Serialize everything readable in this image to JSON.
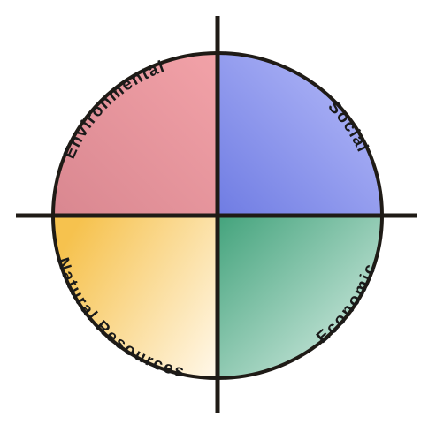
{
  "quadrants": [
    {
      "id": "environmental",
      "label": "Environmental",
      "colors": [
        "#f2a2a8",
        "#d98790"
      ]
    },
    {
      "id": "social",
      "label": "Social",
      "colors": [
        "#b9befa",
        "#6f7ce3"
      ]
    },
    {
      "id": "economic",
      "label": "Economic",
      "colors": [
        "#43a37c",
        "#dff1ea"
      ]
    },
    {
      "id": "natural-resources",
      "label": "Natural Resources",
      "colors": [
        "#f6c24e",
        "#fff6e4"
      ]
    }
  ],
  "line_color": "#1f1b16"
}
